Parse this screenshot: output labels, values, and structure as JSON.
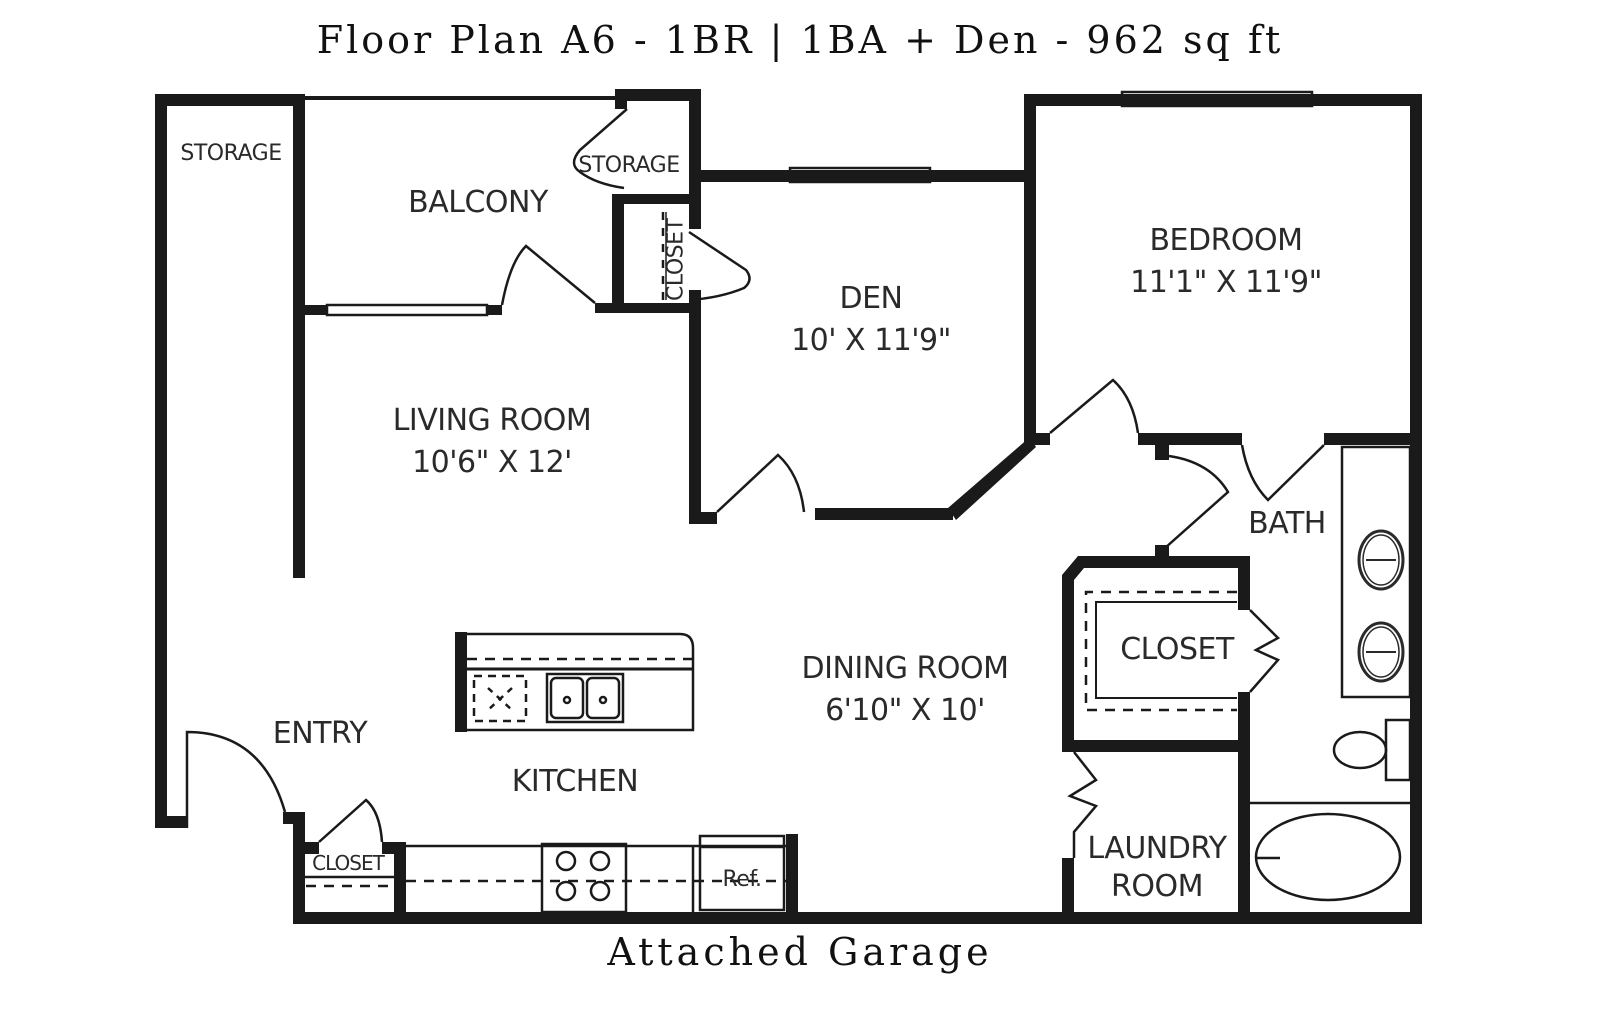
{
  "header": {
    "title": "Floor Plan A6 - 1BR | 1BA + Den - 962 sq ft"
  },
  "footer": {
    "caption": "Attached Garage"
  },
  "rooms": {
    "storage_left": {
      "name": "STORAGE"
    },
    "storage_top": {
      "name": "STORAGE"
    },
    "balcony": {
      "name": "BALCONY"
    },
    "closet_den": {
      "name": "CLOSET"
    },
    "den": {
      "name": "DEN",
      "dimensions": "10' X 11'9\""
    },
    "bedroom": {
      "name": "BEDROOM",
      "dimensions": "11'1\" X 11'9\""
    },
    "living_room": {
      "name": "LIVING ROOM",
      "dimensions": "10'6\" X 12'"
    },
    "bath": {
      "name": "BATH"
    },
    "closet_bedroom": {
      "name": "CLOSET"
    },
    "dining_room": {
      "name": "DINING ROOM",
      "dimensions": "6'10\" X 10'"
    },
    "entry": {
      "name": "ENTRY"
    },
    "kitchen": {
      "name": "KITCHEN"
    },
    "closet_entry": {
      "name": "CLOSET"
    },
    "laundry_room": {
      "name": "LAUNDRY ROOM",
      "line1": "LAUNDRY",
      "line2": "ROOM"
    }
  },
  "fixtures": {
    "refrigerator": "Ref.",
    "icons": [
      "range-icon",
      "double-sink-icon",
      "dishwasher-icon",
      "bath-sink-icon",
      "toilet-icon",
      "bathtub-icon"
    ]
  },
  "colors": {
    "wall": "#1a1a1a",
    "text": "#2a2a2a",
    "background": "#ffffff"
  }
}
